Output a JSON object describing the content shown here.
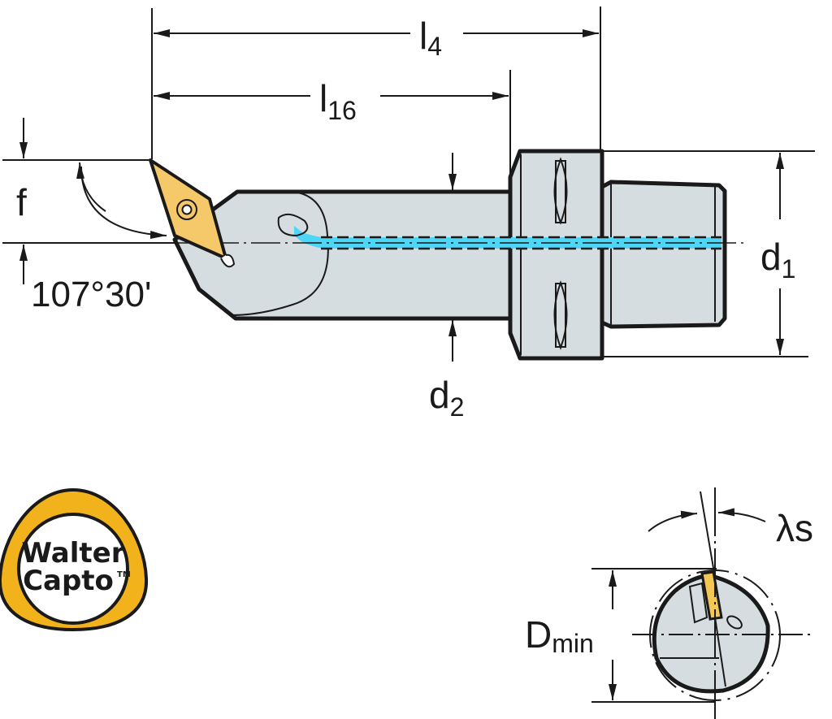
{
  "title": "Walter Capto boring bar drawing",
  "colors": {
    "body": "#d6dde0",
    "insert": "#f5c96a",
    "insert_end": "#f4c653",
    "coolant": "#4dd6f5",
    "logo_ring": "#f2b21c",
    "line": "#1a1a1a"
  },
  "dimensions": {
    "l4": {
      "main": "l",
      "sub": "4"
    },
    "l16": {
      "main": "l",
      "sub": "16"
    },
    "f": "f",
    "angle": "107°30'",
    "d1": {
      "main": "d",
      "sub": "1"
    },
    "d2": {
      "main": "d",
      "sub": "2"
    },
    "dmin": {
      "main": "D",
      "sub": "min"
    },
    "lambda_s": "λs"
  },
  "logo": {
    "line1": "Walter",
    "line2": "Capto",
    "mark": "TM"
  }
}
